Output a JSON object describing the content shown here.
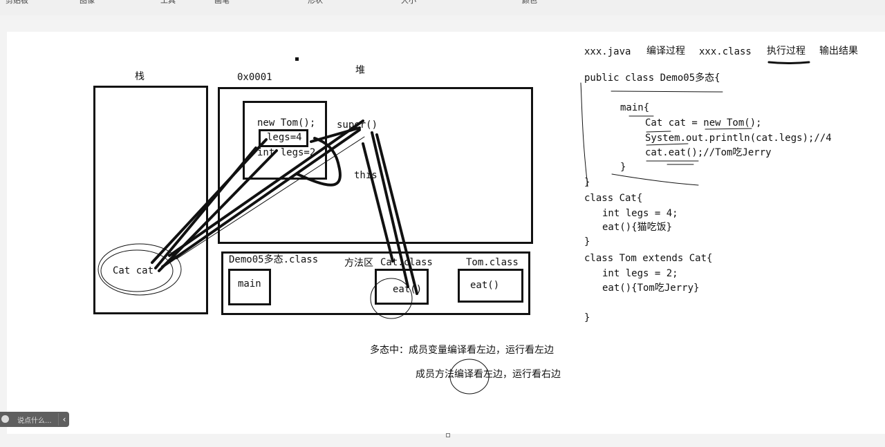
{
  "toolbar": {
    "items": [
      "剪贴板",
      "图像",
      "工具",
      "画笔",
      "形状",
      "大小",
      "颜色"
    ]
  },
  "labels": {
    "stack": "栈",
    "heap": "堆",
    "address": "0x0001",
    "new_tom": "new Tom();",
    "legs4": "legs=4",
    "int_legs2": "int legs=2",
    "super": "super()",
    "this": "this",
    "cat_var": "Cat cat",
    "method_area_class": "Demo05多态.class",
    "method_area": "方法区",
    "cat_class": "Cat.class",
    "tom_class": "Tom.class",
    "main": "main",
    "cat_eat": "eat()",
    "tom_eat": "eat()"
  },
  "process": {
    "java": "xxx.java",
    "compile": "编译过程",
    "class": "xxx.class",
    "execute": "执行过程",
    "output": "输出结果"
  },
  "code": [
    "public class Demo05多态{",
    "main{",
    "Cat cat = new Tom();",
    "System.out.println(cat.legs);//4",
    "cat.eat();//Tom吃Jerry",
    "}",
    "}",
    "class Cat{",
    "int legs = 4;",
    "eat(){猫吃饭}",
    "}",
    "class Tom extends Cat{",
    "int legs = 2;",
    "eat(){Tom吃Jerry}",
    "}"
  ],
  "notes": {
    "line1": "多态中：成员变量编译看左边，运行看左边",
    "line2": "成员方法编译看左边，运行看右边"
  },
  "chat": {
    "placeholder": "说点什么..."
  }
}
